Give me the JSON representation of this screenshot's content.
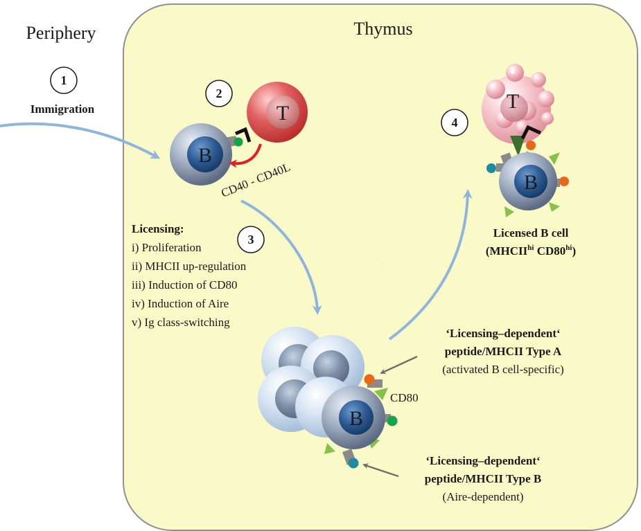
{
  "regions": {
    "periphery": "Periphery",
    "thymus": "Thymus"
  },
  "steps": [
    {
      "number": "1",
      "label": "Immigration"
    },
    {
      "number": "2"
    },
    {
      "number": "3"
    },
    {
      "number": "4"
    }
  ],
  "cells": {
    "b_letter": "B",
    "t_letter": "T"
  },
  "interaction_label": "CD40 - CD40L",
  "licensing": {
    "title": "Licensing:",
    "items": [
      "i)   Proliferation",
      "ii)  MHCII up-regulation",
      "iii) Induction of CD80",
      "iv) Induction of Aire",
      "v)  Ig class-switching"
    ]
  },
  "question_mark": "?",
  "licensed_cell": {
    "line1": "Licensed B cell",
    "line2_prefix": "(MHCII",
    "line2_sup1": "hi",
    "line2_mid": " CD80",
    "line2_sup2": "hi",
    "line2_suffix": ")"
  },
  "cd80_label": "CD80",
  "peptide_a": {
    "line1": "‘Licensing–dependent‘",
    "line2": "peptide/MHCII  Type A",
    "line3": "(activated B cell-specific)"
  },
  "peptide_b": {
    "line1": "‘Licensing–dependent‘",
    "line2": "peptide/MHCII  Type B",
    "line3": "(Aire-dependent)"
  },
  "colors": {
    "thymus_fill": "#fafac8",
    "arrow_blue": "#8fb4de",
    "interaction_red": "#e02020",
    "b_cell_outer": "#8f9fb6",
    "b_nucleus": "#2d5c94",
    "t_cell": "#d94e4e",
    "t_cell_licensed": "#f3b8c0",
    "dot_green": "#17a34a",
    "dot_orange": "#e8681a",
    "dot_teal": "#1d8aa0",
    "cd80_green": "#86c24a"
  }
}
